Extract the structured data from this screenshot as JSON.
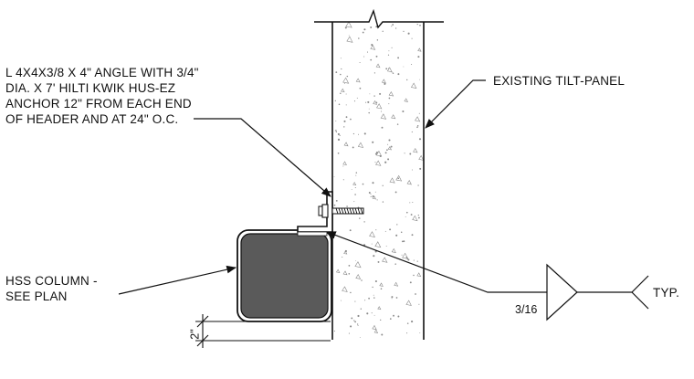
{
  "annotations": {
    "angle_note": [
      "L 4X4X3/8 X 4\" ANGLE WITH 3/4\"",
      "DIA. X 7' HILTI KWIK HUS-EZ",
      "ANCHOR 12\" FROM EACH END",
      "OF HEADER AND AT 24\" O.C."
    ],
    "panel_note": "EXISTING TILT-PANEL",
    "column_note": [
      "HSS COLUMN -",
      "SEE PLAN"
    ],
    "weld_size": "3/16",
    "weld_typ": "TYP.",
    "dimension": "2\""
  },
  "colors": {
    "line": "#111111",
    "column_fill": "#5a5a5a",
    "concrete_speckle": "#8a8a8a"
  }
}
